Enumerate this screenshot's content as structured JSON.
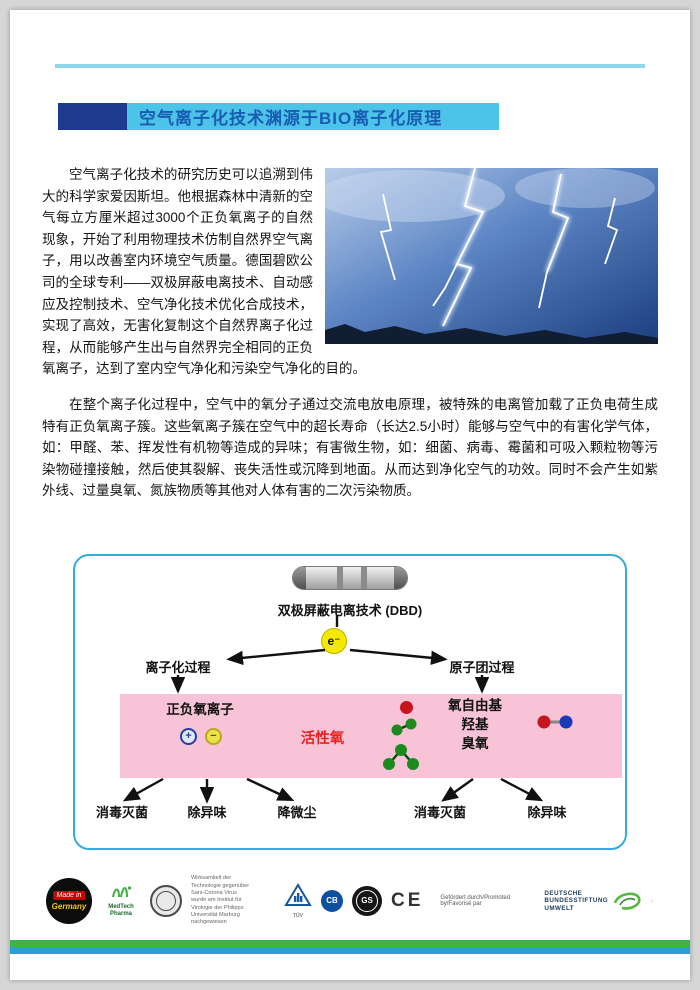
{
  "header": {
    "title": "空气离子化技术渊源于BIO离子化原理"
  },
  "body": {
    "paragraph1": "空气离子化技术的研究历史可以追溯到伟大的科学家爱因斯坦。他根据森林中清新的空气每立方厘米超过3000个正负氧离子的自然现象，开始了利用物理技术仿制自然界空气离子，用以改善室内环境空气质量。德国碧欧公司的全球专利——双极屏蔽电离技术、自动感应及控制技术、空气净化技术优化合成技术，实现了高效，无害化复制这个自然界离子化过程，从而能够产生出与自然界完全相同的正负氧离子，达到了室内空气净化和污染空气净化的目的。",
    "paragraph2": "在整个离子化过程中，空气中的氧分子通过交流电放电原理，被特殊的电离管加载了正负电荷生成特有正负氧离子簇。这些氧离子簇在空气中的超长寿命（长达2.5小时）能够与空气中的有害化学气体，如：甲醛、苯、挥发性有机物等造成的异味；有害微生物，如：细菌、病毒、霉菌和可吸入颗粒物等污染物碰撞接触，然后使其裂解、丧失活性或沉降到地面。从而达到净化空气的功效。同时不会产生如紫外线、过量臭氧、氮族物质等其他对人体有害的二次污染物质。"
  },
  "diagram": {
    "tech_label": "双极屏蔽电离技术 (DBD)",
    "electron_label": "e⁻",
    "left_process": "离子化过程",
    "right_process": "原子团过程",
    "ions_label": "正负氧离子",
    "plus_symbol": "+",
    "minus_symbol": "−",
    "active_oxygen_label": "活性氧",
    "radicals": [
      "氧自由基",
      "羟基",
      "臭氧"
    ],
    "outcomes_left": [
      "消毒灭菌",
      "除异味",
      "降微尘"
    ],
    "outcomes_right": [
      "消毒灭菌",
      "除异味"
    ]
  },
  "footer": {
    "made_in_line1": "Made in",
    "made_in_line2": "Germany",
    "pharma_line1": "MedTech",
    "pharma_line2": "Pharma",
    "cert_note": "Wirksamkeit der Technologie gegenüber Sars-Corona Virus wurde am Institut für Virologie der Philipps Universität Marburg nachgewiesen",
    "tuv_label": "TÜV",
    "cb_label": "CB",
    "gs_label": "GS",
    "ce_label": "CE",
    "promoted_text": "Gefördert durch/Promoted by/Favorisé par",
    "dbu_lines": [
      "DEUTSCHE",
      "BUNDESSTIFTUNG",
      "UMWELT"
    ]
  },
  "colors": {
    "accent_cyan": "#4cc4e8",
    "navy": "#1d3a8f",
    "title_blue": "#1a5cb4",
    "pink_band": "#f8c3d7",
    "red": "#e8241e",
    "stripe_green": "#3cb44a",
    "stripe_blue": "#2a9fd4"
  }
}
